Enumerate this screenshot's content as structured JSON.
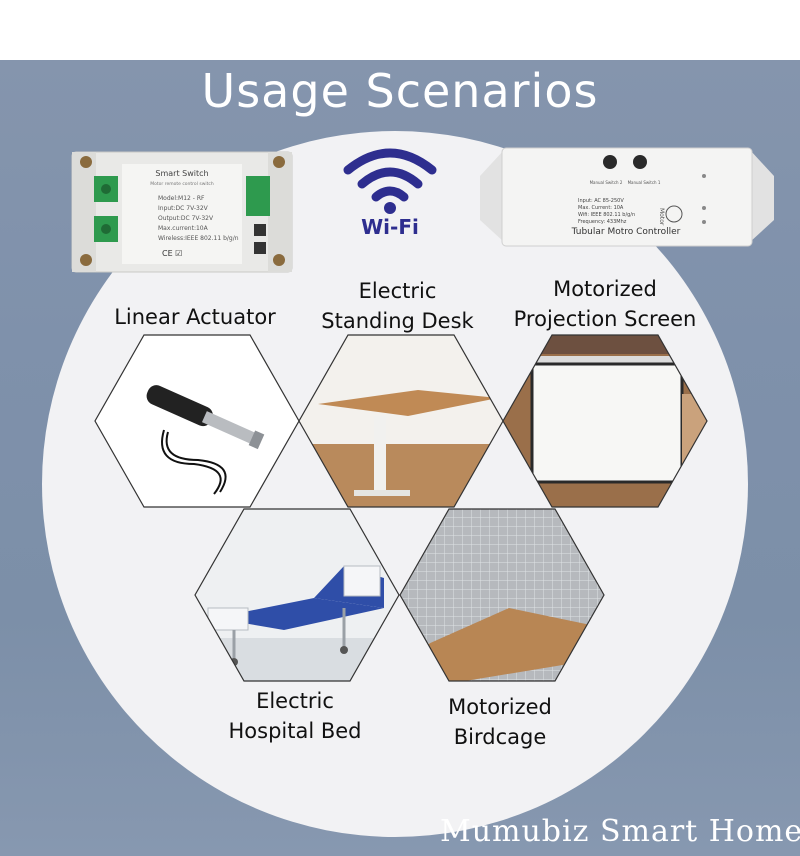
{
  "title": "Usage Scenarios",
  "wifi": {
    "label": "Wi-Fi"
  },
  "left_device": {
    "name": "Smart Switch",
    "subtitle": "Motor remote control switch",
    "model": "Model:M12 - RF",
    "input": "Input:DC 7V-32V",
    "output": "Output:DC 7V-32V",
    "max_current": "Max.current:10A",
    "wireless": "Wireless:IEEE 802.11 b/g/n"
  },
  "right_device": {
    "name": "Tubular Motro Controller",
    "button_1": "Manual Switch 2",
    "button_2": "Manual Switch 1",
    "input": "Input: AC 85-250V",
    "max_current": "Max. Current: 10A",
    "wifi": "Wifi: IEEE 802.11 b/g/n",
    "frequency": "Frequency: 433Mhz",
    "motor_label": "Motor"
  },
  "scenarios": {
    "linear_actuator": "Linear Actuator",
    "standing_desk_line1": "Electric",
    "standing_desk_line2": "Standing Desk",
    "projection_line1": "Motorized",
    "projection_line2": "Projection Screen",
    "hospital_line1": "Electric",
    "hospital_line2": "Hospital Bed",
    "birdcage_line1": "Motorized",
    "birdcage_line2": "Birdcage"
  },
  "watermark": "Mumubiz Smart Home"
}
